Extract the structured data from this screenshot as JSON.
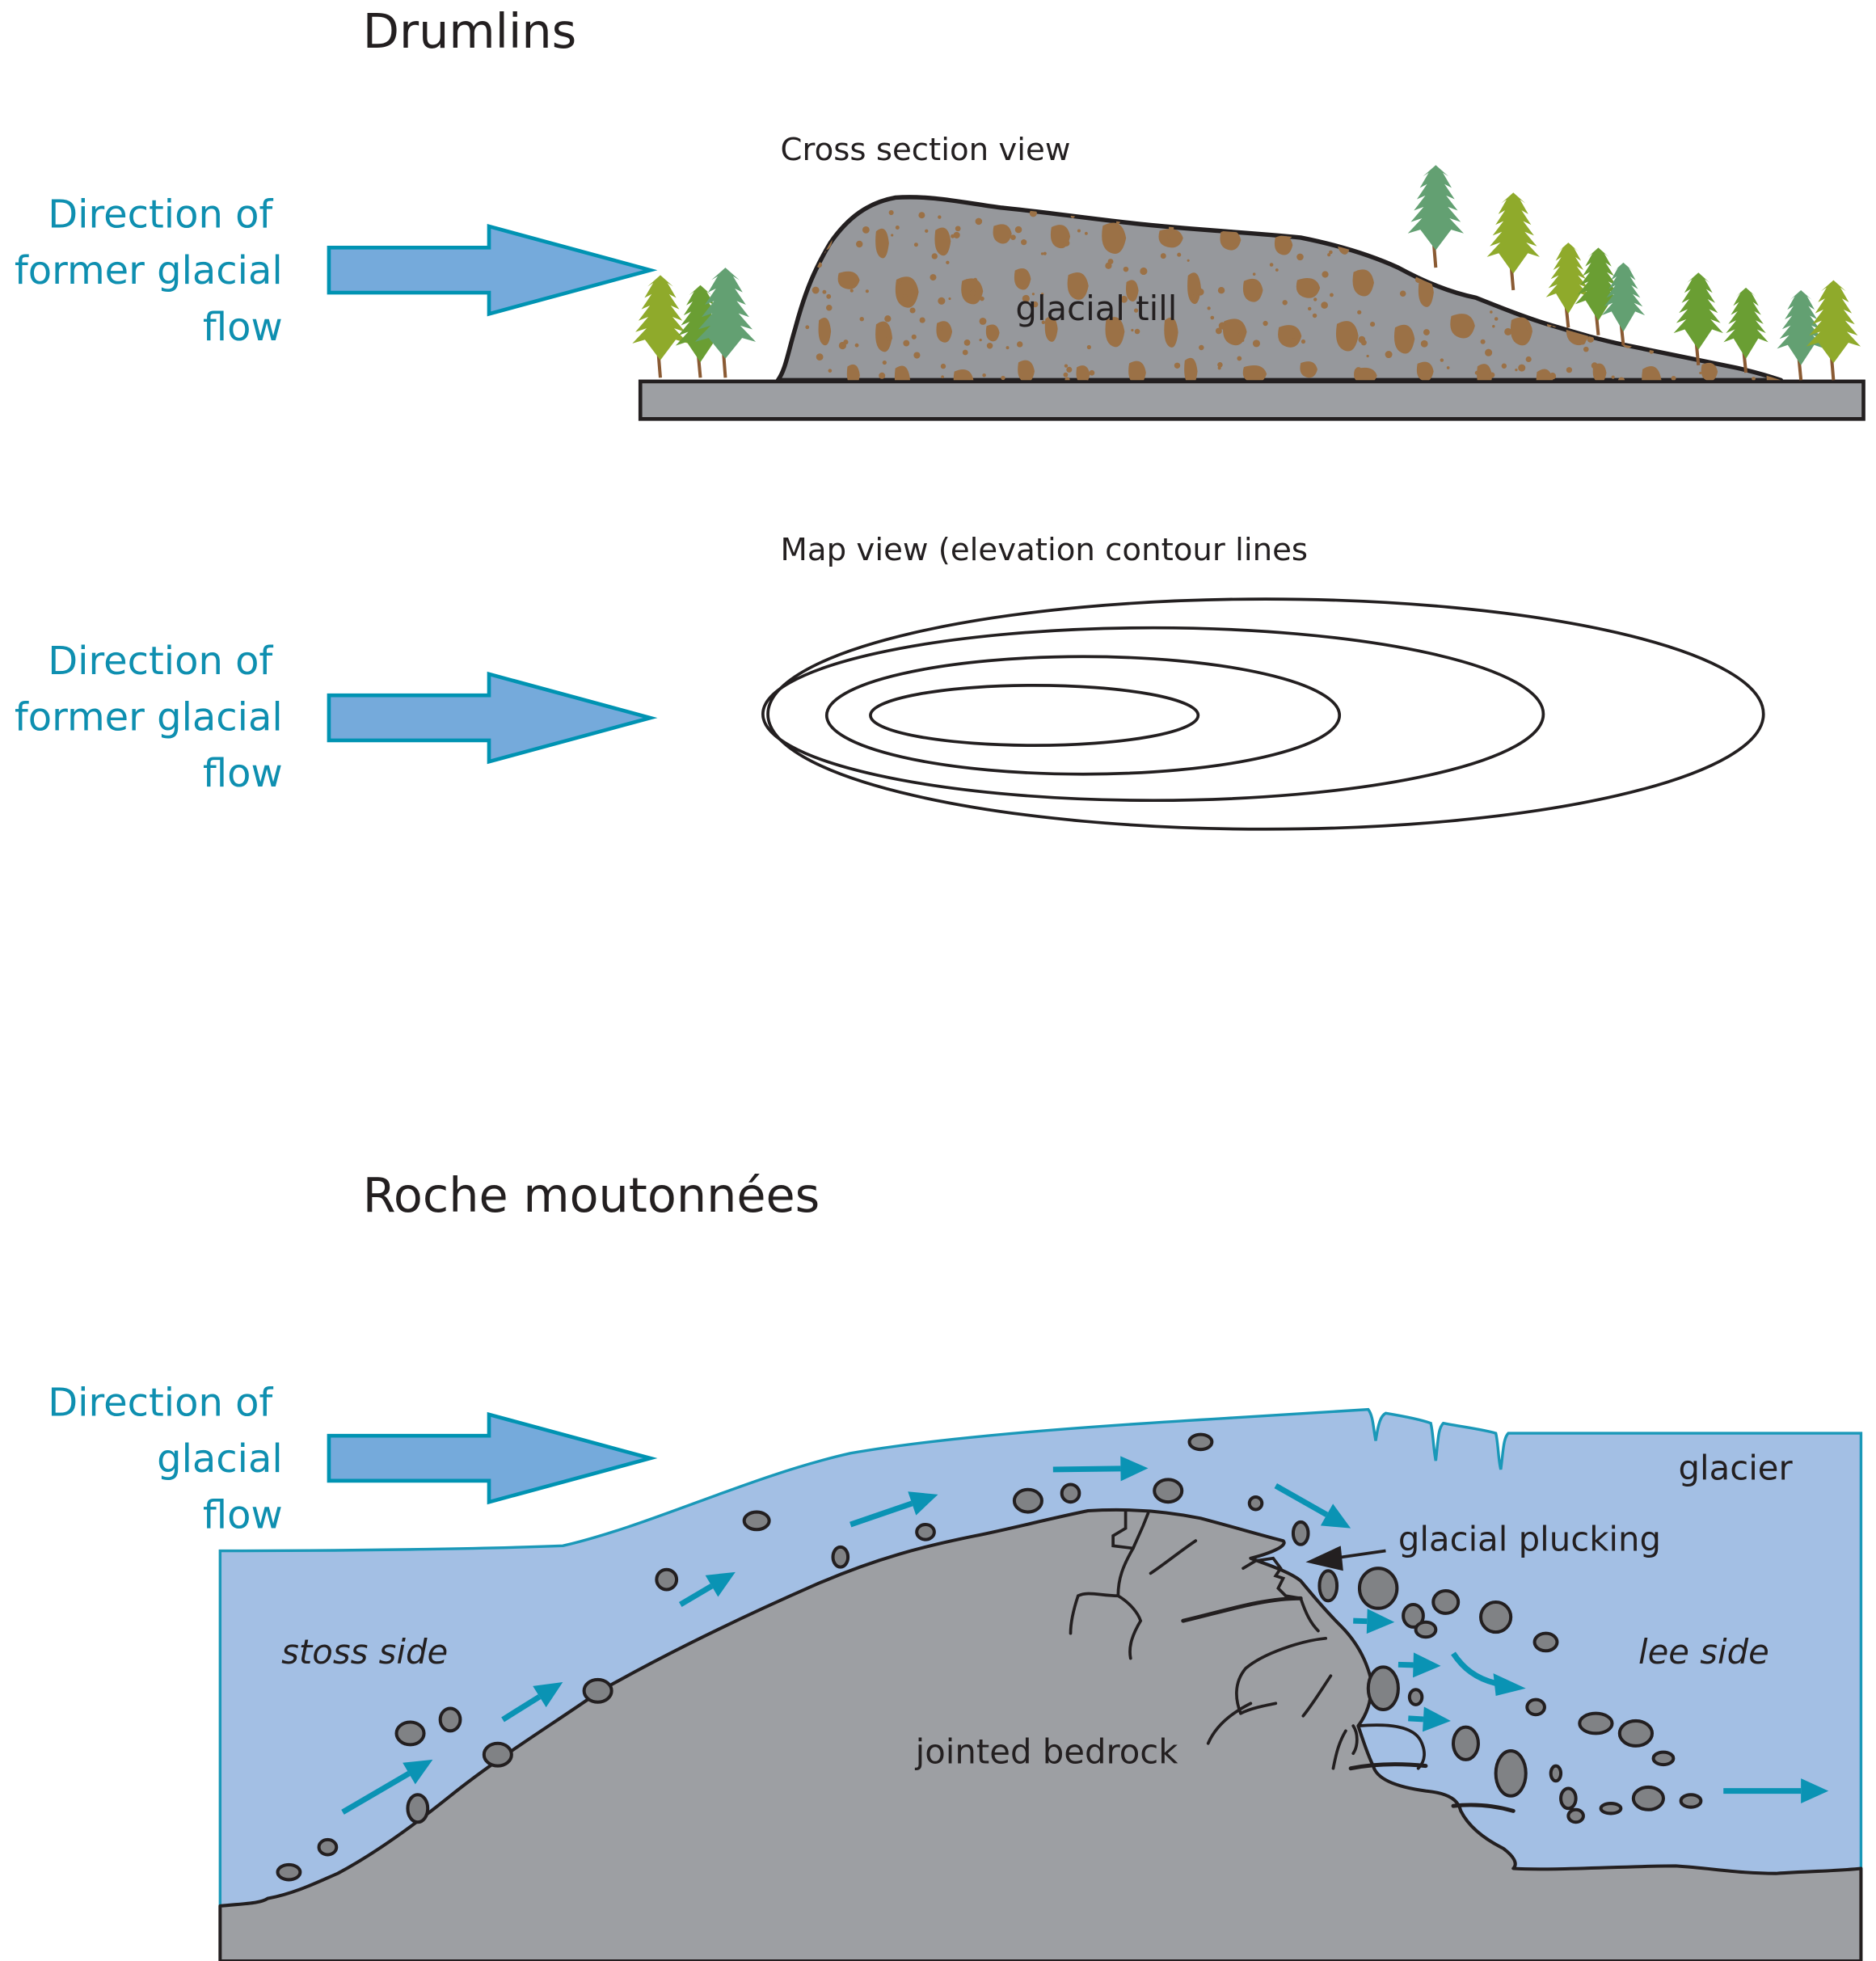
{
  "figure": {
    "colors": {
      "flow_text": "#0e8fb0",
      "arrow_fill": "#75aadb",
      "arrow_stroke": "#0093b2",
      "till": "#96989c",
      "till_clasts": "#9b7146",
      "bedrock": "#9d9fa3",
      "glacier_ice": "#a3bfe4",
      "glacier_outline": "#1a98b8",
      "stones": "#808285",
      "tree_greens": [
        "#8faa2b",
        "#6a9e33",
        "#63a072"
      ]
    }
  },
  "drumlins": {
    "title": "Drumlins",
    "cross_section": {
      "label": "Cross section view",
      "flow_label": [
        "Direction of",
        "former glacial",
        "flow"
      ],
      "material_label": "glacial till",
      "icons": [
        "flow-arrow-icon",
        "tree-icon"
      ]
    },
    "map_view": {
      "label": "Map view (elevation contour lines",
      "flow_label": [
        "Direction of",
        "former glacial",
        "flow"
      ],
      "contour_count": 4
    }
  },
  "roche_moutonnees": {
    "title": "Roche moutonnées",
    "flow_label": [
      "Direction of",
      "glacial",
      "flow"
    ],
    "labels": {
      "glacier": "glacier",
      "glacial_plucking": "glacial plucking",
      "stoss_side": "stoss side",
      "lee_side": "lee side",
      "jointed_bedrock": "jointed bedrock"
    }
  }
}
